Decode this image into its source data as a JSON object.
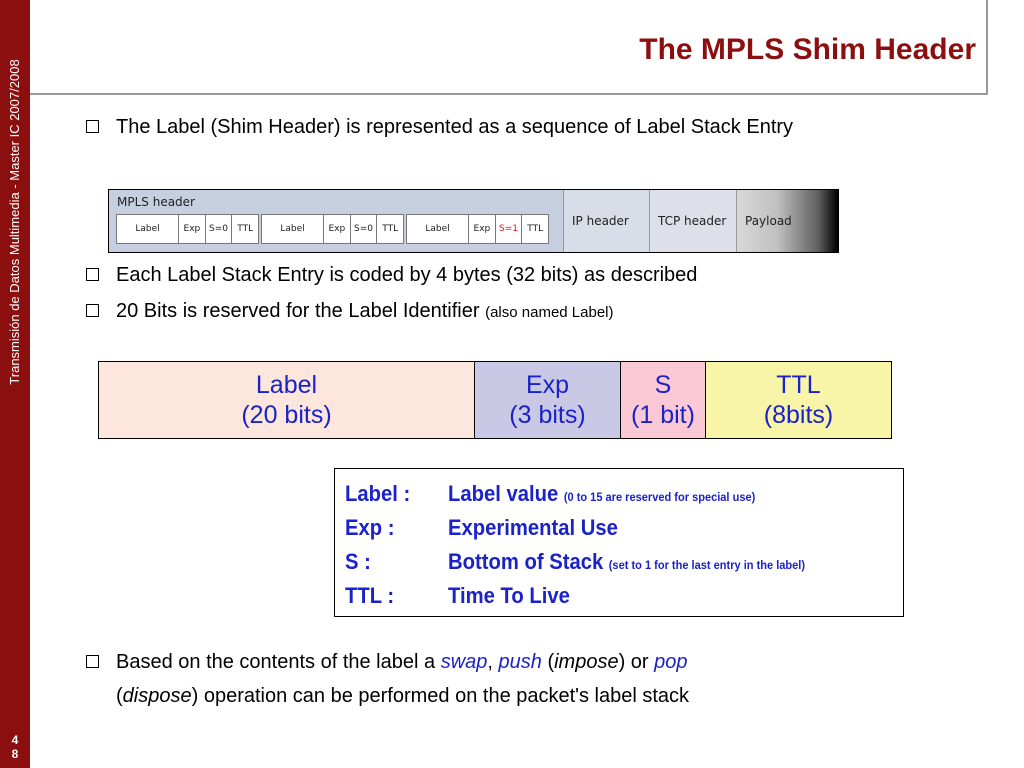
{
  "sidebar": {
    "vertical_text": "Transmisión de Datos Multimedia - Master IC 2007/2008",
    "page_number": [
      "4",
      "8"
    ]
  },
  "slide": {
    "title": "The MPLS Shim Header"
  },
  "bullets": {
    "b1": "The Label (Shim Header) is represented as a sequence of Label Stack Entry",
    "b2": "Each Label Stack Entry is coded by 4 bytes (32 bits) as described",
    "b3_main": "20 Bits is reserved for the Label Identifier",
    "b3_small": "(also named Label)",
    "b4": {
      "t1": "Based on the contents of the label a ",
      "swap": "swap",
      "comma": ",",
      "push": "push",
      "t2": " (",
      "impose": "impose",
      "t3": ") or ",
      "pop": "pop",
      "t4": "(",
      "dispose": "dispose",
      "t5": ") operation can be performed on the packet's label stack"
    }
  },
  "diagram": {
    "mpls_title": "MPLS header",
    "entries": [
      [
        "Label",
        "Exp",
        "S=0",
        "TTL"
      ],
      [
        "Label",
        "Exp",
        "S=0",
        "TTL"
      ],
      [
        "Label",
        "Exp",
        "S=1",
        "TTL"
      ]
    ],
    "ip_header": "IP header",
    "tcp_header": "TCP header",
    "payload": "Payload",
    "highlight_color": "#e01010"
  },
  "fields": [
    {
      "name": "Label",
      "bits": "(20 bits)",
      "color": "#fde7dc"
    },
    {
      "name": "Exp",
      "bits": "(3 bits)",
      "color": "#c9c9e6"
    },
    {
      "name": "S",
      "bits": "(1 bit)",
      "color": "#fbc9d5"
    },
    {
      "name": "TTL",
      "bits": "(8bits)",
      "color": "#f8f4a8"
    }
  ],
  "legend": [
    {
      "key": "Label :",
      "value": "Label value",
      "note": "(0 to 15 are reserved for special use)"
    },
    {
      "key": "Exp :",
      "value": "Experimental Use",
      "note": ""
    },
    {
      "key": "S :",
      "value": "Bottom of Stack",
      "note": "(set to 1 for the last entry in the label)"
    },
    {
      "key": "TTL :",
      "value": "Time To Live",
      "note": ""
    }
  ],
  "colors": {
    "accent": "#8b0f0f",
    "text_blue": "#1a22c8"
  }
}
